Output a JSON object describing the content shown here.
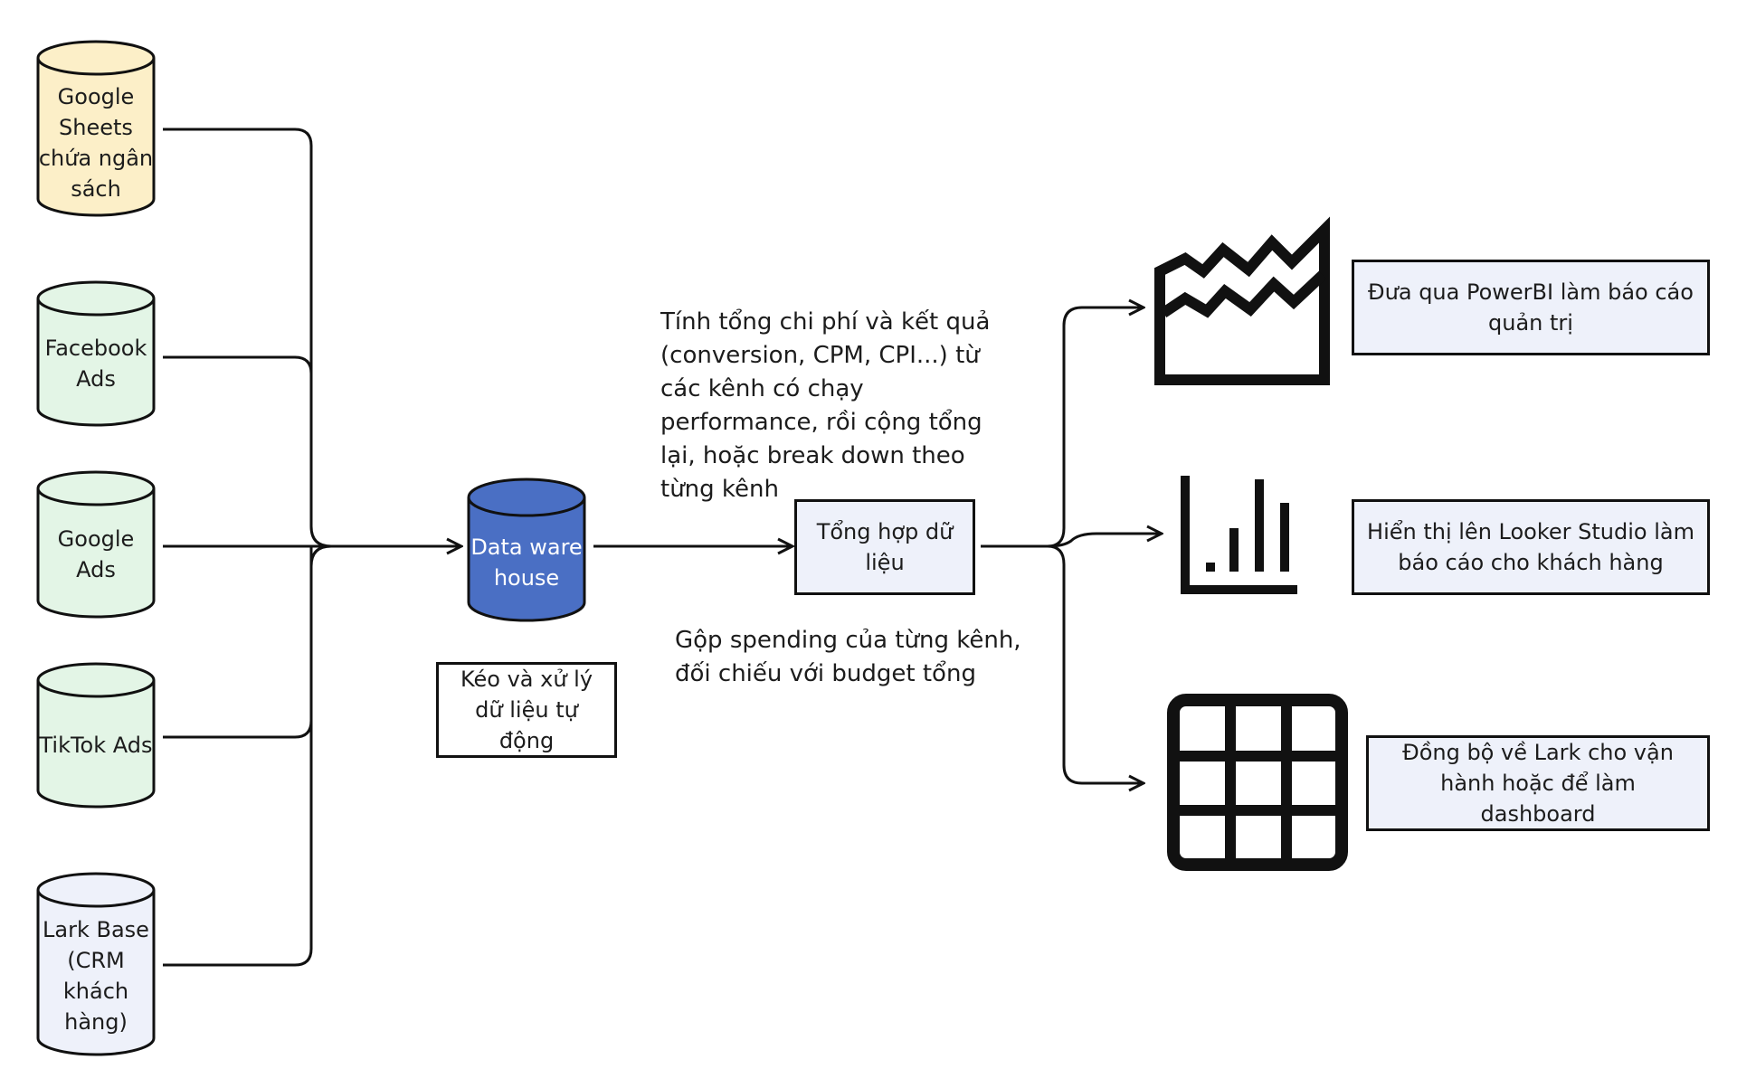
{
  "sources": [
    {
      "id": "google-sheets",
      "label": "Google Sheets chứa ngân sách",
      "fill": "#fcefc8"
    },
    {
      "id": "facebook-ads",
      "label": "Facebook Ads",
      "fill": "#e3f5e6"
    },
    {
      "id": "google-ads",
      "label": "Google Ads",
      "fill": "#e3f5e6"
    },
    {
      "id": "tiktok-ads",
      "label": "TikTok Ads",
      "fill": "#e3f5e6"
    },
    {
      "id": "lark-base",
      "label": "Lark Base (CRM khách hàng)",
      "fill": "#eef1fa"
    }
  ],
  "warehouse": {
    "label": "Data ware house",
    "fill": "#4a6fc4"
  },
  "etl_note": "Kéo và xử lý dữ liệu tự động",
  "aggregate": {
    "label": "Tổng hợp dữ liệu"
  },
  "note_top": "Tính tổng chi phí và kết quả (conversion, CPM, CPI...) từ các kênh có chạy performance, rồi cộng tổng lại, hoặc break down theo từng kênh",
  "note_bottom": "Gộp spending của từng kênh, đối chiếu với budget tổng",
  "outputs": [
    {
      "id": "powerbi",
      "icon": "area-chart-icon",
      "label": "Đưa qua PowerBI làm báo cáo quản trị"
    },
    {
      "id": "looker",
      "icon": "bar-chart-icon",
      "label": "Hiển thị lên Looker Studio làm báo cáo cho khách hàng"
    },
    {
      "id": "lark",
      "icon": "table-grid-icon",
      "label": "Đồng bộ về Lark cho vận hành hoặc để làm dashboard"
    }
  ],
  "colors": {
    "stroke": "#111111",
    "box_fill": "#eef1fa"
  }
}
